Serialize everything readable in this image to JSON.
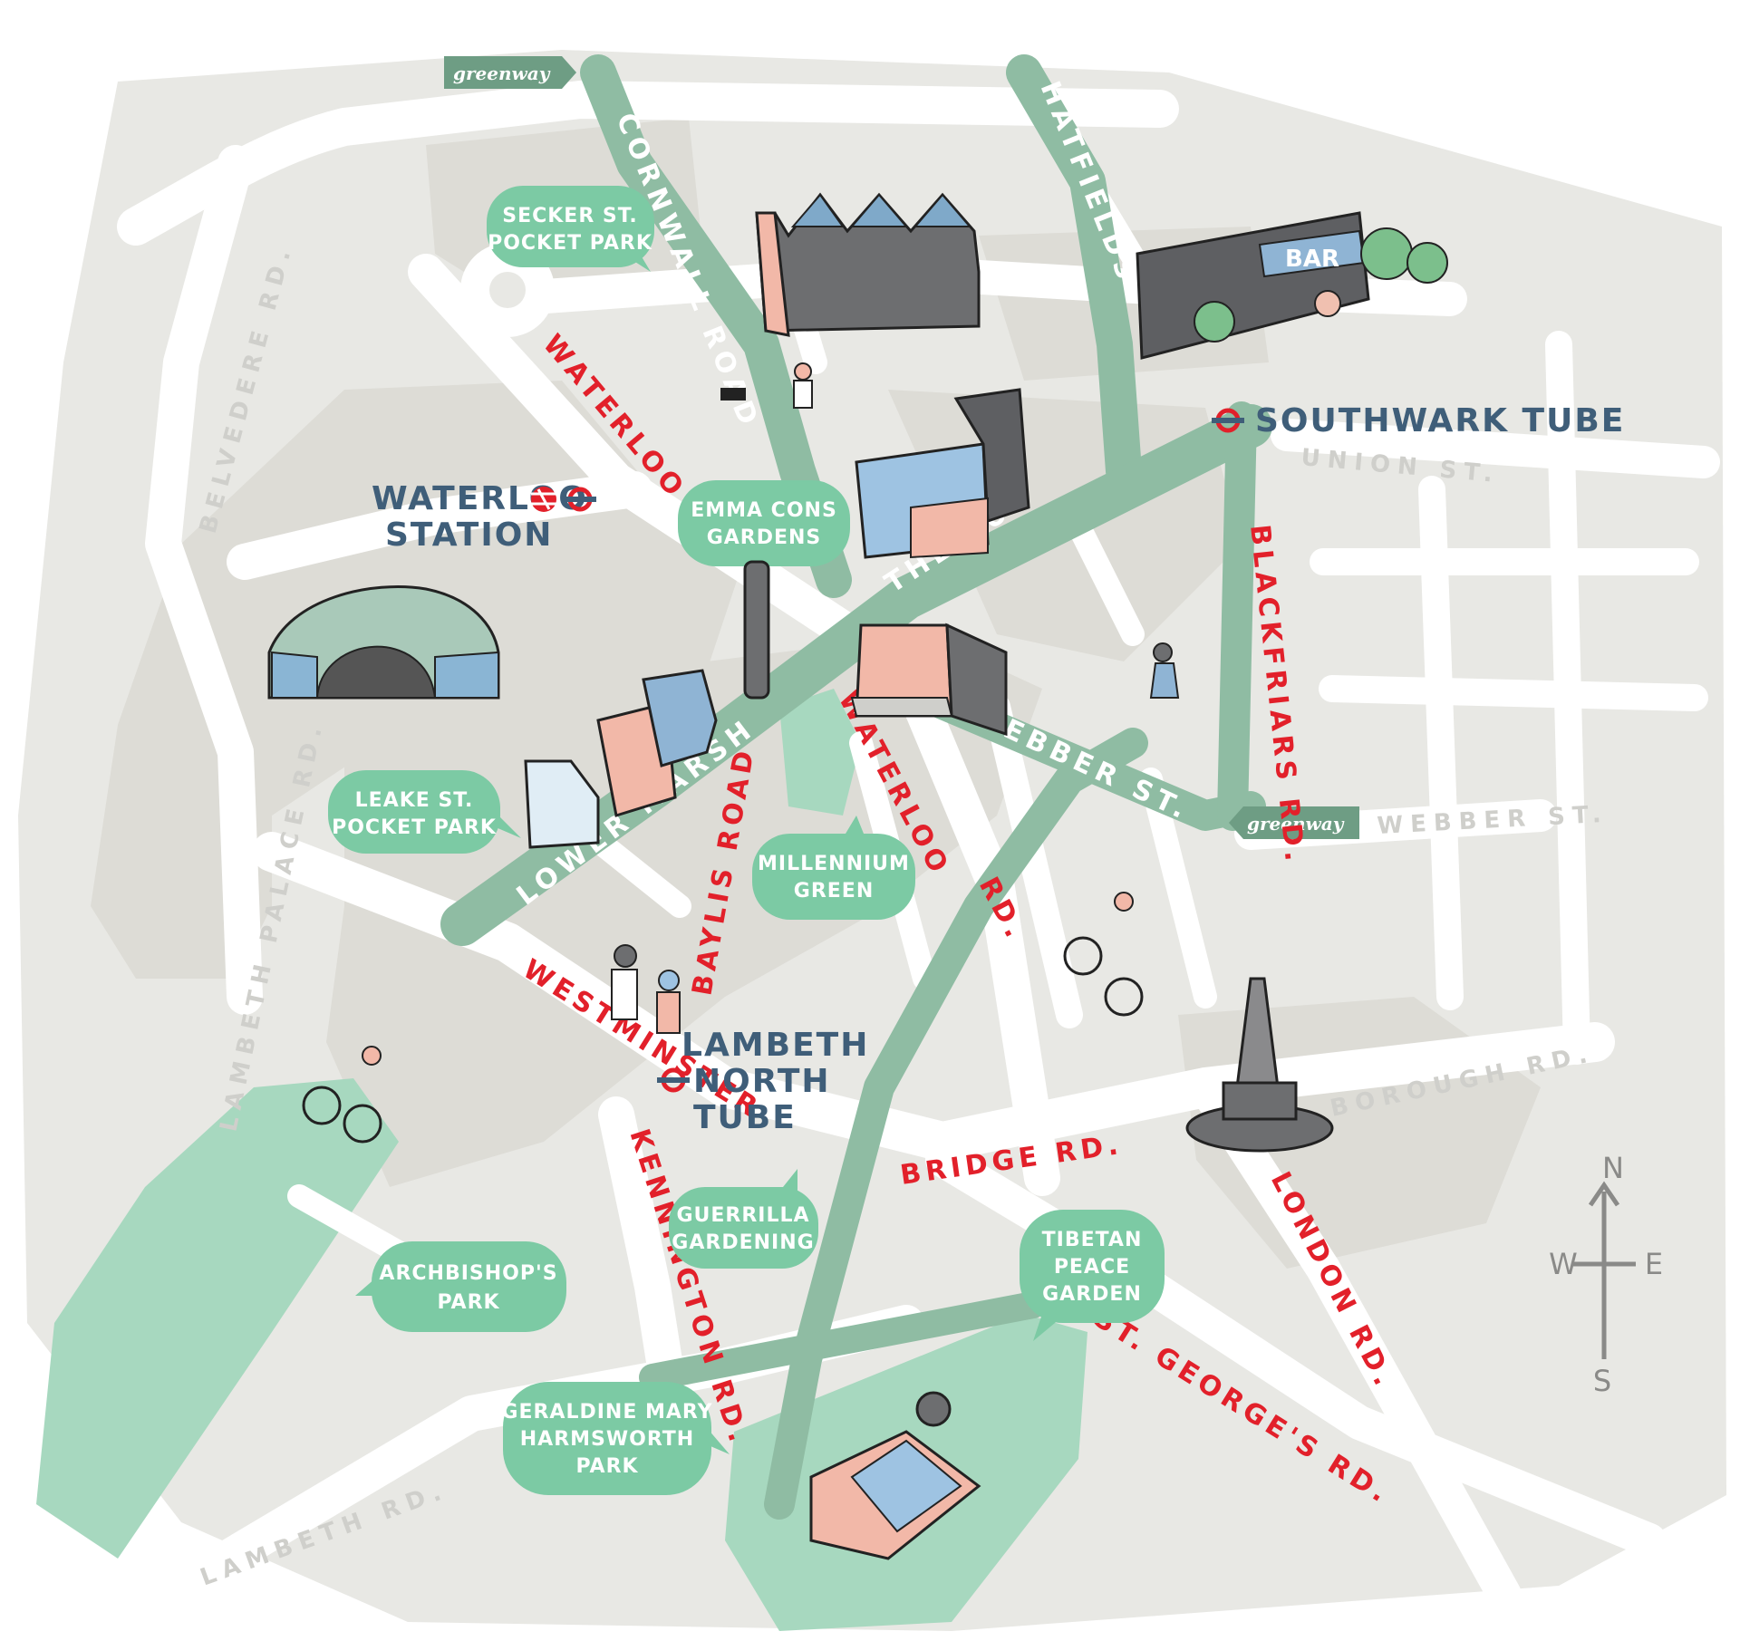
{
  "stations": {
    "waterloo": [
      "WATERLOO",
      "STATION"
    ],
    "southwark": "SOUTHWARK TUBE",
    "lambeth_north": [
      "LAMBETH",
      "NORTH",
      "TUBE"
    ]
  },
  "parks": {
    "secker": [
      "SECKER ST.",
      "POCKET PARK"
    ],
    "emma_cons": [
      "EMMA CONS",
      "GARDENS"
    ],
    "leake": [
      "LEAKE ST.",
      "POCKET PARK"
    ],
    "millennium": [
      "MILLENNIUM",
      "GREEN"
    ],
    "archbishop": [
      "ARCHBISHOP'S",
      "PARK"
    ],
    "guerrilla": [
      "GUERRILLA",
      "GARDENING"
    ],
    "tibetan": [
      "TIBETAN",
      "PEACE",
      "GARDEN"
    ],
    "geraldine": [
      "GERALDINE MARY",
      "HARMSWORTH",
      "PARK"
    ]
  },
  "roads": {
    "waterloo_rd_north": "WATERLOO RD.",
    "waterloo_rd_south": "WATERLOO",
    "waterloo_rd_south_end": "RD.",
    "belvedere": "BELVEDERE RD.",
    "cornwall": "CORNWALL ROAD",
    "hatfields": "HATFIELDS",
    "union": "UNION ST.",
    "the_cut": "THE CUT",
    "blackfriars": "BLACKFRIARS RD.",
    "webber": "WEBBER ST.",
    "webber_east": "WEBBER ST.",
    "lower_marsh": "LOWER MARSH",
    "baylis": "BAYLIS ROAD",
    "westminster": "WESTMINSTER",
    "bridge": "BRIDGE RD.",
    "borough": "BOROUGH RD.",
    "lambeth_palace": "LAMBETH PALACE RD.",
    "kennington": "KENNINGTON RD.",
    "london": "LONDON RD.",
    "st_georges": "ST. GEORGE'S RD.",
    "lambeth_rd": "LAMBETH RD."
  },
  "greenway_tags": [
    "greenway",
    "greenway"
  ],
  "bar_sign": "BAR",
  "compass": {
    "n": "N",
    "s": "S",
    "e": "E",
    "w": "W"
  },
  "colors": {
    "background": "#ffffff",
    "blocks": "#dddcd6",
    "blocks_light": "#e8e8e4",
    "park": "#a7d8bf",
    "greenway": "#8fbca3",
    "bubble": "#7ccaa4",
    "road_label": "#e2202a",
    "station_label": "#3f5e79"
  }
}
